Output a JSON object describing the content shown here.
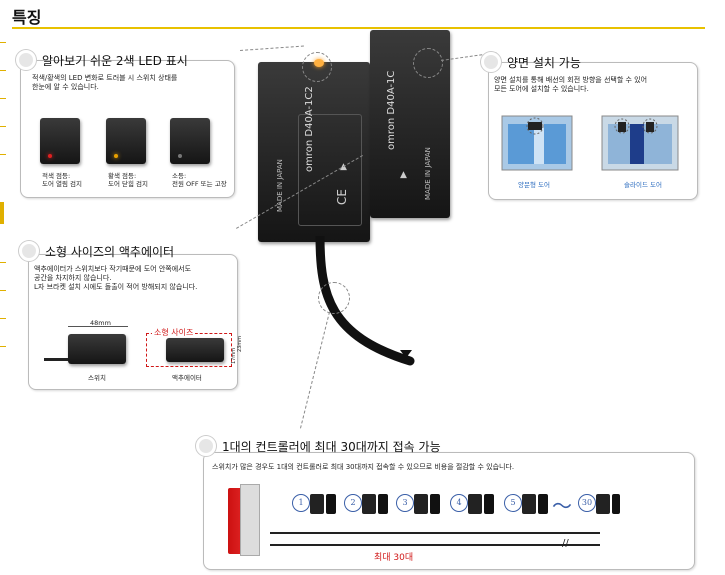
{
  "page": {
    "title": "특징"
  },
  "features": {
    "led": {
      "title": "알아보기 쉬운 2색 LED 표시",
      "desc_line1": "적색/황색의 LED 변화로 트러블 시 스위치 상태를",
      "desc_line2": "한눈에 알 수 있습니다.",
      "states": [
        {
          "line1": "적색 점등:",
          "line2": "도어 열림 검지",
          "led_color": "#e02020"
        },
        {
          "line1": "황색 점등:",
          "line2": "도어 닫힘 검지",
          "led_color": "#e8a000"
        },
        {
          "line1": "소등:",
          "line2": "전원 OFF 또는 고장",
          "led_color": "#777777"
        }
      ]
    },
    "mounting": {
      "title": "양면 설치 가능",
      "desc_line1": "양면 설치를 통해 배선의 회전 방향을 선택할 수 있어",
      "desc_line2": "모든 도어에 설치할 수 있습니다.",
      "hinged_label": "양문형 도어",
      "sliding_label": "슬라이드 도어"
    },
    "actuator": {
      "title": "소형 사이즈의 액추에이터",
      "desc_line1": "액추에이터가 스위치보다 작기때문에 도어 안쪽에서도",
      "desc_line2": "공간을 차지하지 않습니다.",
      "desc_line3": "L자 브라켓 설치 시에도 돌출이 적어 방해되지 않습니다.",
      "dim_width": "48mm",
      "dim_h1": "17mm",
      "dim_h2": "23mm",
      "small_size_label": "소형 사이즈",
      "switch_label": "스위치",
      "actuator_label": "액추에이터"
    },
    "connection": {
      "title": "1대의 컨트롤러에 최대 30대까지 접속 가능",
      "desc": "스위치가 많은 경우도 1대의 컨트롤러로 최대 30대까지 접속할 수 있으므로 비용을 절감할 수 있습니다.",
      "numbers": [
        "1",
        "2",
        "3",
        "4",
        "5",
        "30"
      ],
      "tilde": "～",
      "max_label": "최대 30대"
    }
  },
  "product": {
    "switch_brand": "omron",
    "switch_model": "D40A-1C2",
    "actuator_brand": "omron",
    "actuator_model": "D40A-1C",
    "made_in": "MADE IN JAPAN",
    "ce": "CE"
  },
  "colors": {
    "accent": "#e8c100",
    "red_label": "#d01818",
    "number_blue": "#3a5fa8",
    "led_orange": "#ffb040"
  }
}
